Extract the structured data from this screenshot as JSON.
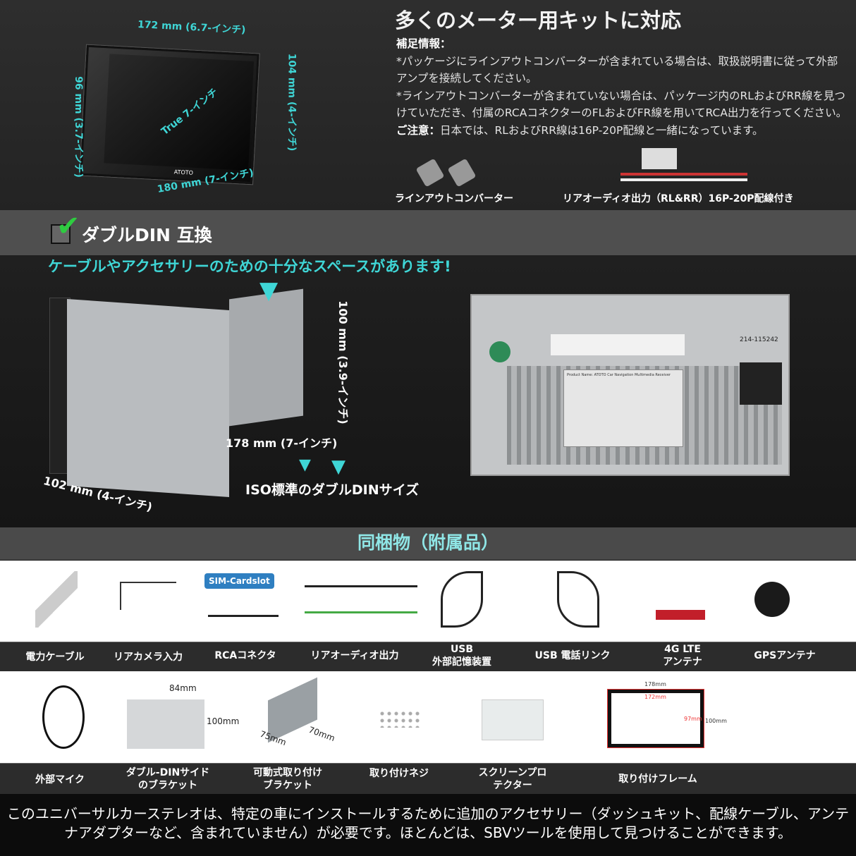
{
  "top": {
    "dimensions": {
      "width_top": "172 mm (6.7-インチ)",
      "height_left": "96 mm (3.7-インチ)",
      "height_right": "104 mm (4-インチ)",
      "diagonal": "True 7-インチ",
      "width_bottom": "180 mm (7-インチ)",
      "brand": "ATOTO"
    },
    "title": "多くのメーター用キットに対応",
    "notes_heading": "補足情報：",
    "note1": "*パッケージにラインアウトコンバーターが含まれている場合は、取扱説明書に従って外部アンプを接続してください。",
    "note2": "*ラインアウトコンバーターが含まれていない場合は、パッケージ内のRLおよびRR線を見つけていただき、付属のRCAコネクターのFLおよびFR線を用いてRCA出力を行ってください。",
    "caution_label": "ご注意：",
    "caution": "日本では、RLおよびRR線は16P-20P配線と一緒になっています。",
    "caption1": "ラインアウトコンバーター",
    "caption2": "リアオーディオ出力（RL&RR）16P-20P配線付き"
  },
  "din": {
    "heading": "ダブルDIN 互換",
    "subheading": "ケーブルやアクセサリーのための十分なスペースがあります!",
    "height": "100 mm (3.9-インチ)",
    "width": "178 mm (7-インチ)",
    "depth": "102 mm (4-インチ)",
    "iso_label": "ISO標準のダブルDINサイズ",
    "cert_number": "214-115242",
    "product_label": "Product Name: ATOTO Car Navigation Multimedia Receiver"
  },
  "package": {
    "title": "同梱物（附属品）",
    "sim_badge": "SIM-Cardslot",
    "row1": [
      "電力ケーブル",
      "リアカメラ入力",
      "RCAコネクタ",
      "リアオーディオ出力",
      "USB\n外部記憶装置",
      "USB 電話リンク",
      "4G LTE\nアンテナ",
      "GPSアンテナ"
    ],
    "row2": [
      "外部マイク",
      "ダブル-DINサイドのブラケット",
      "可動式取り付けブラケット",
      "取り付けネジ",
      "スクリーンプロテクター",
      "取り付けフレーム"
    ],
    "bracket_dims": {
      "w": "84mm",
      "h": "100mm"
    },
    "mount_dims": {
      "a": "75mm",
      "b": "70mm"
    },
    "frame_dims": {
      "outer_w": "178mm",
      "inner_w": "172mm",
      "inner_h": "97mm",
      "outer_h": "100mm"
    }
  },
  "footer": "このユニバーサルカーステレオは、特定の車にインストールするために追加のアクセサリー（ダッシュキット、配線ケーブル、アンテナアダプターなど、含まれていません）が必要です。ほとんどは、SBVツールを使用して見つけることができます。",
  "colors": {
    "accent": "#3fd6d6",
    "band": "#4f4f4f",
    "check": "#2ecc40"
  }
}
